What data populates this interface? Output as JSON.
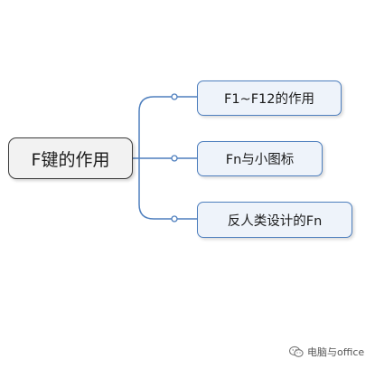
{
  "mindmap": {
    "root": {
      "label": "F键的作用"
    },
    "children": [
      {
        "label": "F1~F12的作用"
      },
      {
        "label": "Fn与小图标"
      },
      {
        "label": "反人类设计的Fn"
      }
    ]
  },
  "watermark": {
    "text": "电脑与office",
    "icon": "wechat-icon"
  },
  "colors": {
    "connector": "#4e7fbe",
    "root_border": "#3c3c3c",
    "root_fill": "#f2f2f2",
    "child_border": "#4e7fbe",
    "child_fill": "#eef3fa"
  }
}
